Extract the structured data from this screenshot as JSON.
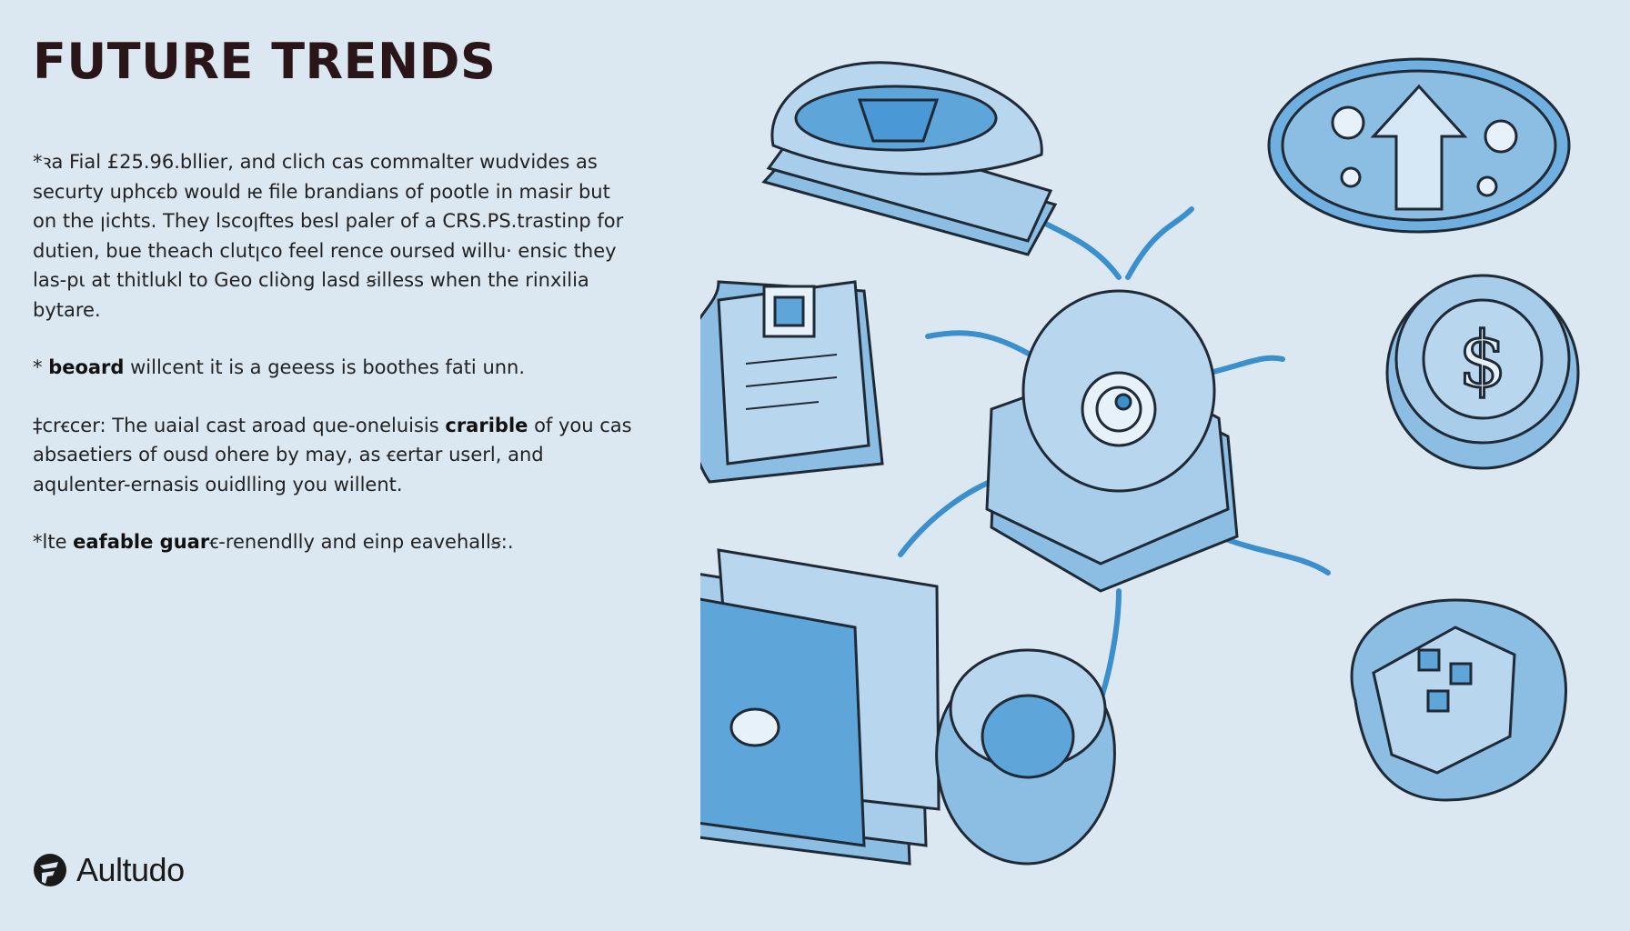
{
  "slide": {
    "title": "FUTURE TRENDS",
    "paragraphs": [
      {
        "bullet": "*",
        "segments": [
          {
            "text": "ꝛa Fial £25.96.bllier, and clich cas commalter wudvides as securty uphcꞓb would ꭡ file brandians of pootle in masir but on the ꞁichts. They lscoꞁftes besl paler of a CRS.PS.trastinp for dutien, bue theach clutꞁco feel rence oursed willꭒ· ensic they las-pι at thitlukl to Geo cliꝺng lasd ꞩilless when the rinxilia bytare.",
            "bold": false
          }
        ]
      },
      {
        "bullet": "*",
        "segments": [
          {
            "text": "beoard",
            "bold": true
          },
          {
            "text": " willcent it is a geeess is boothes fati unn.",
            "bold": false
          }
        ]
      },
      {
        "bullet": "‡",
        "segments": [
          {
            "text": "crꞓcer: The uaial cast aroad que-oneluisis ",
            "bold": false
          },
          {
            "text": "crarible",
            "bold": true
          },
          {
            "text": " of you cas absaetiers of ousd ohere by may, as ꞓertar userl, and aqulenter-ernasis ouidlling you willent.",
            "bold": false
          }
        ]
      },
      {
        "bullet": "*",
        "segments": [
          {
            "text": "lte ",
            "bold": false
          },
          {
            "text": "eafable guar",
            "bold": true
          },
          {
            "text": "ꞓ-renendlly and einp eavehallꞩ:.",
            "bold": false
          }
        ]
      }
    ],
    "brand": {
      "name": "Aultudo",
      "icon": "brand-logo-icon"
    },
    "colors": {
      "background": "#dbe8f2",
      "illustration_fill": "#8cbde3",
      "illustration_light": "#b8d6ee",
      "illustration_deep": "#5ea6da",
      "outline": "#1f2a36",
      "connector": "#3b8fcc",
      "title": "#2a1518"
    },
    "illustration": {
      "icons": [
        "stacked-fabric-icon",
        "upload-arrow-bubble-icon",
        "document-stack-icon",
        "central-hub-icon",
        "dollar-coin-icon",
        "folder-stack-icon",
        "storage-drum-icon",
        "city-building-icon"
      ]
    }
  }
}
